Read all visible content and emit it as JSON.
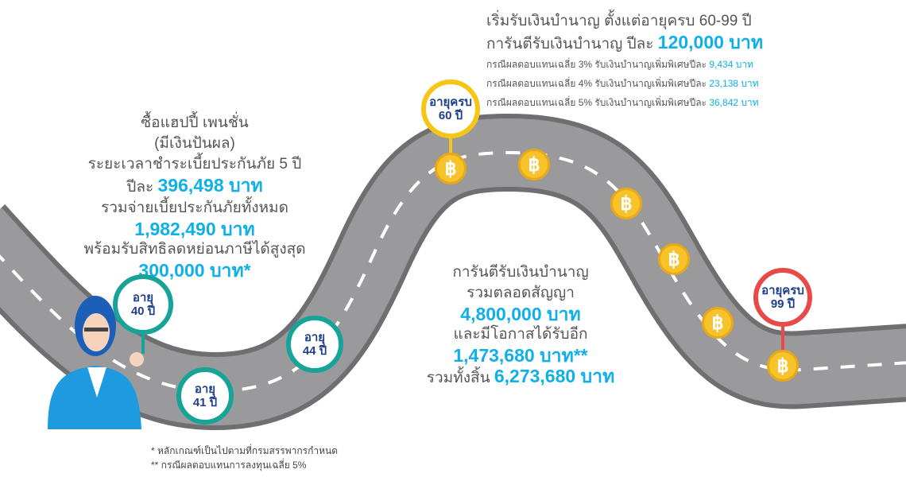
{
  "top": {
    "line1": "เริ่มรับเงินบำนาญ ตั้งแต่อายุครบ 60-99 ปี",
    "line2_prefix": "การันตีรับเงินบำนาญ ปีละ",
    "line2_value": "120,000 บาท",
    "cases": [
      {
        "text": "กรณีผลตอบแทนเฉลี่ย 3% รับเงินบำนาญเพิ่มพิเศษปีละ",
        "value": "9,434 บาท"
      },
      {
        "text": "กรณีผลตอบแทนเฉลี่ย 4% รับเงินบำนาญเพิ่มพิเศษปีละ",
        "value": "23,138 บาท"
      },
      {
        "text": "กรณีผลตอบแทนเฉลี่ย 5% รับเงินบำนาญเพิ่มพิเศษปีละ",
        "value": "36,842 บาท"
      }
    ]
  },
  "left": {
    "l1": "ซื้อแฮปปี้ เพนชั่น",
    "l2": "(มีเงินปันผล)",
    "l3": "ระยะเวลาชำระเบี้ยประกันภัย 5 ปี",
    "l4_prefix": "ปีละ",
    "l4_value": "396,498 บาท",
    "l5": "รวมจ่ายเบี้ยประกันภัยทั้งหมด",
    "l6_value": "1,982,490 บาท",
    "l7": "พร้อมรับสิทธิลดหย่อนภาษีได้สูงสุด",
    "l8_value": "300,000 บาท*"
  },
  "mid": {
    "l1": "การันตีรับเงินบำนาญ",
    "l2": "รวมตลอดสัญญา",
    "l3_value": "4,800,000 บาท",
    "l4": "และมีโอกาสได้รับอีก",
    "l5_value": "1,473,680 บาท**",
    "l6_prefix": "รวมทั้งสิ้น",
    "l6_value": "6,273,680 บาท"
  },
  "badges": {
    "age40": [
      "อายุ",
      "40 ปี"
    ],
    "age41": [
      "อายุ",
      "41 ปี"
    ],
    "age44": [
      "อายุ",
      "44 ปี"
    ],
    "age60": [
      "อายุครบ",
      "60 ปี"
    ],
    "age99": [
      "อายุครบ",
      "99 ปี"
    ]
  },
  "coin_symbol": "฿",
  "footnotes": [
    "* หลักเกณฑ์เป็นไปตามที่กรมสรรพากรกำหนด",
    "** กรณีผลตอบแทนการลงทุนเฉลี่ย 5%"
  ],
  "colors": {
    "accent": "#0fb0ea",
    "road": "#8e8e90",
    "teal": "#17a398",
    "yellow": "#f5c518",
    "red": "#e84a4a"
  }
}
